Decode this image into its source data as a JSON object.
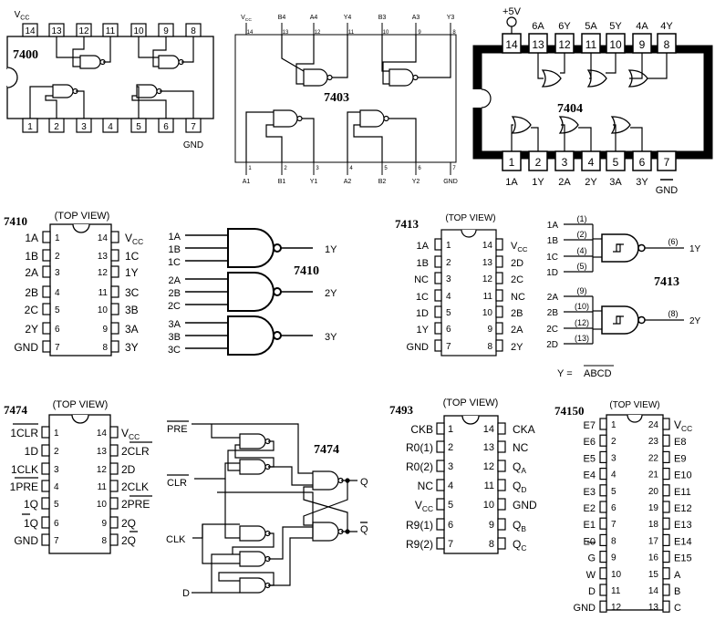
{
  "ic7400": {
    "name": "7400",
    "top_pins": [
      "14",
      "13",
      "12",
      "11",
      "10",
      "9",
      "8"
    ],
    "bottom_pins": [
      "1",
      "2",
      "3",
      "4",
      "5",
      "6",
      "7"
    ],
    "vcc": "V",
    "vcc_sub": "CC",
    "gnd": "GND"
  },
  "ic7403": {
    "name": "7403",
    "top_labels": [
      "V",
      "B4",
      "A4",
      "Y4",
      "B3",
      "A3",
      "Y3"
    ],
    "vcc_sub": "CC",
    "top_pins": [
      "14",
      "13",
      "12",
      "11",
      "10",
      "9",
      "8"
    ],
    "bottom_pins": [
      "1",
      "2",
      "3",
      "4",
      "5",
      "6",
      "7"
    ],
    "bottom_labels": [
      "A1",
      "B1",
      "Y1",
      "A2",
      "B2",
      "Y2",
      "GND"
    ]
  },
  "ic7404": {
    "name": "7404",
    "supply": "+5V",
    "top_labels": [
      "6A",
      "6Y",
      "5A",
      "5Y",
      "4A",
      "4Y"
    ],
    "top_pins": [
      "14",
      "13",
      "12",
      "11",
      "10",
      "9",
      "8"
    ],
    "bottom_pins": [
      "1",
      "2",
      "3",
      "4",
      "5",
      "6",
      "7"
    ],
    "bottom_labels": [
      "1A",
      "1Y",
      "2A",
      "2Y",
      "3A",
      "3Y"
    ],
    "gnd": "GND"
  },
  "ic7410": {
    "name": "7410",
    "view": "(TOP VIEW)",
    "left_labels": [
      "1A",
      "1B",
      "2A",
      "2B",
      "2C",
      "2Y",
      "GND"
    ],
    "left_pins": [
      "1",
      "2",
      "3",
      "4",
      "5",
      "6",
      "7"
    ],
    "right_labels": [
      "V",
      "1C",
      "1Y",
      "3C",
      "3B",
      "3A",
      "3Y"
    ],
    "right_pins": [
      "14",
      "13",
      "12",
      "11",
      "10",
      "9",
      "8"
    ],
    "vcc_sub": "CC",
    "logic_name": "7410",
    "gate_inputs": [
      [
        "1A",
        "1B",
        "1C"
      ],
      [
        "2A",
        "2B",
        "2C"
      ],
      [
        "3A",
        "3B",
        "3C"
      ]
    ],
    "gate_outputs": [
      "1Y",
      "2Y",
      "3Y"
    ]
  },
  "ic7413": {
    "name": "7413",
    "view": "(TOP VIEW)",
    "left_labels": [
      "1A",
      "1B",
      "NC",
      "1C",
      "1D",
      "1Y",
      "GND"
    ],
    "left_pins": [
      "1",
      "2",
      "3",
      "4",
      "5",
      "6",
      "7"
    ],
    "right_labels": [
      "V",
      "2D",
      "2C",
      "NC",
      "2B",
      "2A",
      "2Y"
    ],
    "right_pins": [
      "14",
      "13",
      "12",
      "11",
      "10",
      "9",
      "8"
    ],
    "vcc_sub": "CC",
    "logic_name": "7413",
    "gate1_inputs": [
      "1A",
      "1B",
      "1C",
      "1D"
    ],
    "gate1_pins": [
      "(1)",
      "(2)",
      "(4)",
      "(5)"
    ],
    "gate1_out": "1Y",
    "gate1_out_pin": "(6)",
    "gate2_inputs": [
      "2A",
      "2B",
      "2C",
      "2D"
    ],
    "gate2_pins": [
      "(9)",
      "(10)",
      "(12)",
      "(13)"
    ],
    "gate2_out": "2Y",
    "gate2_out_pin": "(8)",
    "equation_lhs": "Y = ",
    "equation_rhs": "ABCD"
  },
  "ic7474": {
    "name": "7474",
    "view": "(TOP VIEW)",
    "left_labels": [
      "1CLR",
      "1D",
      "1CLK",
      "1PRE",
      "1Q",
      "1Q",
      "GND"
    ],
    "left_pins": [
      "1",
      "2",
      "3",
      "4",
      "5",
      "6",
      "7"
    ],
    "right_labels": [
      "V",
      "2CLR",
      "2D",
      "2CLK",
      "2PRE",
      "2Q",
      "2Q"
    ],
    "right_pins": [
      "14",
      "13",
      "12",
      "11",
      "10",
      "9",
      "8"
    ],
    "vcc_sub": "CC",
    "logic_name": "7474",
    "inputs": [
      "PRE",
      "CLR",
      "CLK",
      "D"
    ],
    "outputs": [
      "Q",
      "Q"
    ]
  },
  "ic7493": {
    "name": "7493",
    "view": "(TOP VIEW)",
    "left_labels": [
      "CKB",
      "R0(1)",
      "R0(2)",
      "NC",
      "V",
      "R9(1)",
      "R9(2)"
    ],
    "left_pins": [
      "1",
      "2",
      "3",
      "4",
      "5",
      "6",
      "7"
    ],
    "right_labels": [
      "CKA",
      "NC",
      "Q",
      "Q",
      "GND",
      "Q",
      "Q"
    ],
    "right_subs": [
      "",
      "",
      "A",
      "D",
      "",
      "B",
      "C"
    ],
    "right_pins": [
      "14",
      "13",
      "12",
      "11",
      "10",
      "9",
      "8"
    ],
    "vcc_sub": "CC"
  },
  "ic74150": {
    "name": "74150",
    "view": "(TOP VIEW)",
    "left_labels": [
      "E7",
      "E6",
      "E5",
      "E4",
      "E3",
      "E2",
      "E1",
      "E0",
      "G",
      "W",
      "D",
      "GND"
    ],
    "left_pins": [
      "1",
      "2",
      "3",
      "4",
      "5",
      "6",
      "7",
      "8",
      "9",
      "10",
      "11",
      "12"
    ],
    "right_labels": [
      "V",
      "E8",
      "E9",
      "E10",
      "E11",
      "E12",
      "E13",
      "E14",
      "E15",
      "A",
      "B",
      "C"
    ],
    "right_pins": [
      "24",
      "23",
      "22",
      "21",
      "20",
      "19",
      "18",
      "17",
      "16",
      "15",
      "14",
      "13"
    ],
    "vcc_sub": "CC"
  }
}
